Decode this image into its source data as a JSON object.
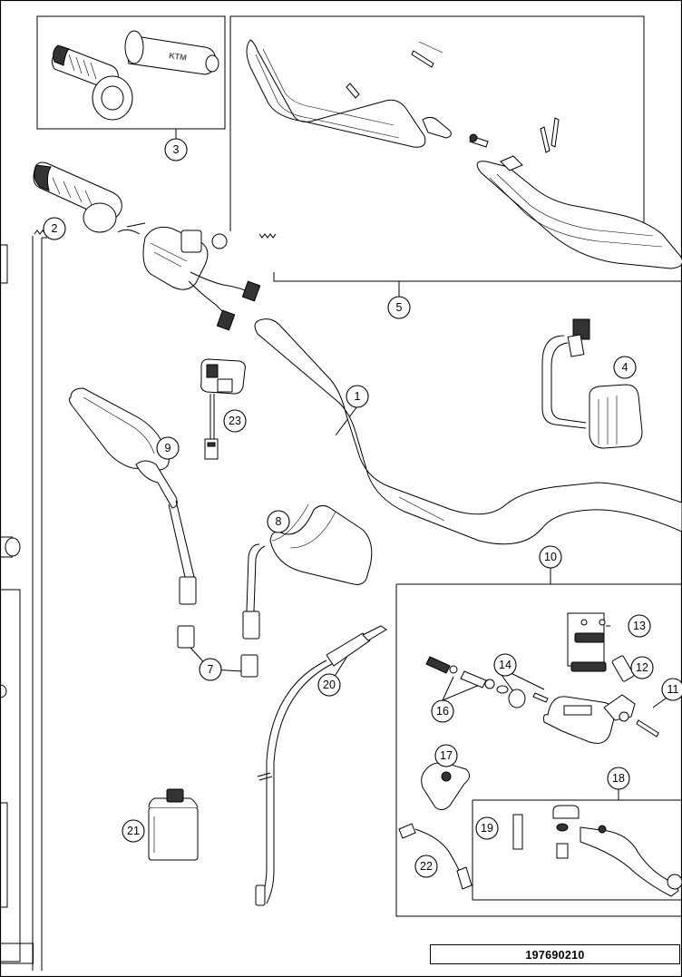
{
  "document_number": "197690210",
  "callouts": [
    {
      "id": "c1",
      "label": "1"
    },
    {
      "id": "c2",
      "label": "2"
    },
    {
      "id": "c3",
      "label": "3"
    },
    {
      "id": "c4",
      "label": "4"
    },
    {
      "id": "c5",
      "label": "5"
    },
    {
      "id": "c7",
      "label": "7"
    },
    {
      "id": "c8",
      "label": "8"
    },
    {
      "id": "c9",
      "label": "9"
    },
    {
      "id": "c10",
      "label": "10"
    },
    {
      "id": "c11",
      "label": "11"
    },
    {
      "id": "c12",
      "label": "12"
    },
    {
      "id": "c13",
      "label": "13"
    },
    {
      "id": "c14",
      "label": "14"
    },
    {
      "id": "c16",
      "label": "16"
    },
    {
      "id": "c17",
      "label": "17"
    },
    {
      "id": "c18",
      "label": "18"
    },
    {
      "id": "c19",
      "label": "19"
    },
    {
      "id": "c20",
      "label": "20"
    },
    {
      "id": "c21",
      "label": "21"
    },
    {
      "id": "c22",
      "label": "22"
    },
    {
      "id": "c23",
      "label": "23"
    }
  ]
}
